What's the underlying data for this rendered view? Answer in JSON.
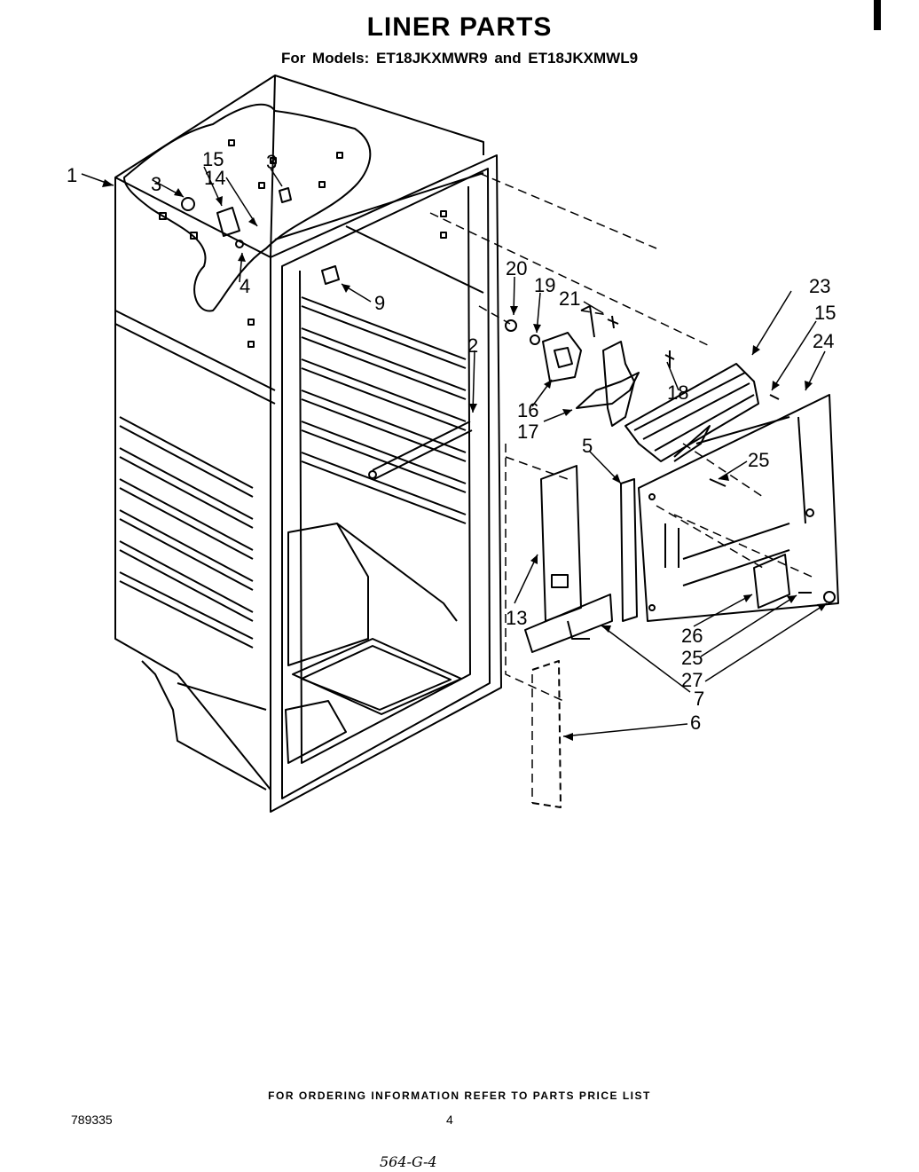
{
  "title": "LINER PARTS",
  "subtitle": "For Models: ET18JKXMWR9  and ET18JKXMWL9",
  "footer": "FOR ORDERING INFORMATION REFER TO PARTS PRICE LIST",
  "doc_number": "789335",
  "page_number": "4",
  "handwritten_note": "564-G-4",
  "part_callouts": [
    "1",
    "15",
    "3",
    "14",
    "3",
    "4",
    "9",
    "2",
    "20",
    "19",
    "21",
    "23",
    "15",
    "24",
    "18",
    "16",
    "17",
    "5",
    "25",
    "13",
    "26",
    "25",
    "27",
    "7",
    "6"
  ]
}
